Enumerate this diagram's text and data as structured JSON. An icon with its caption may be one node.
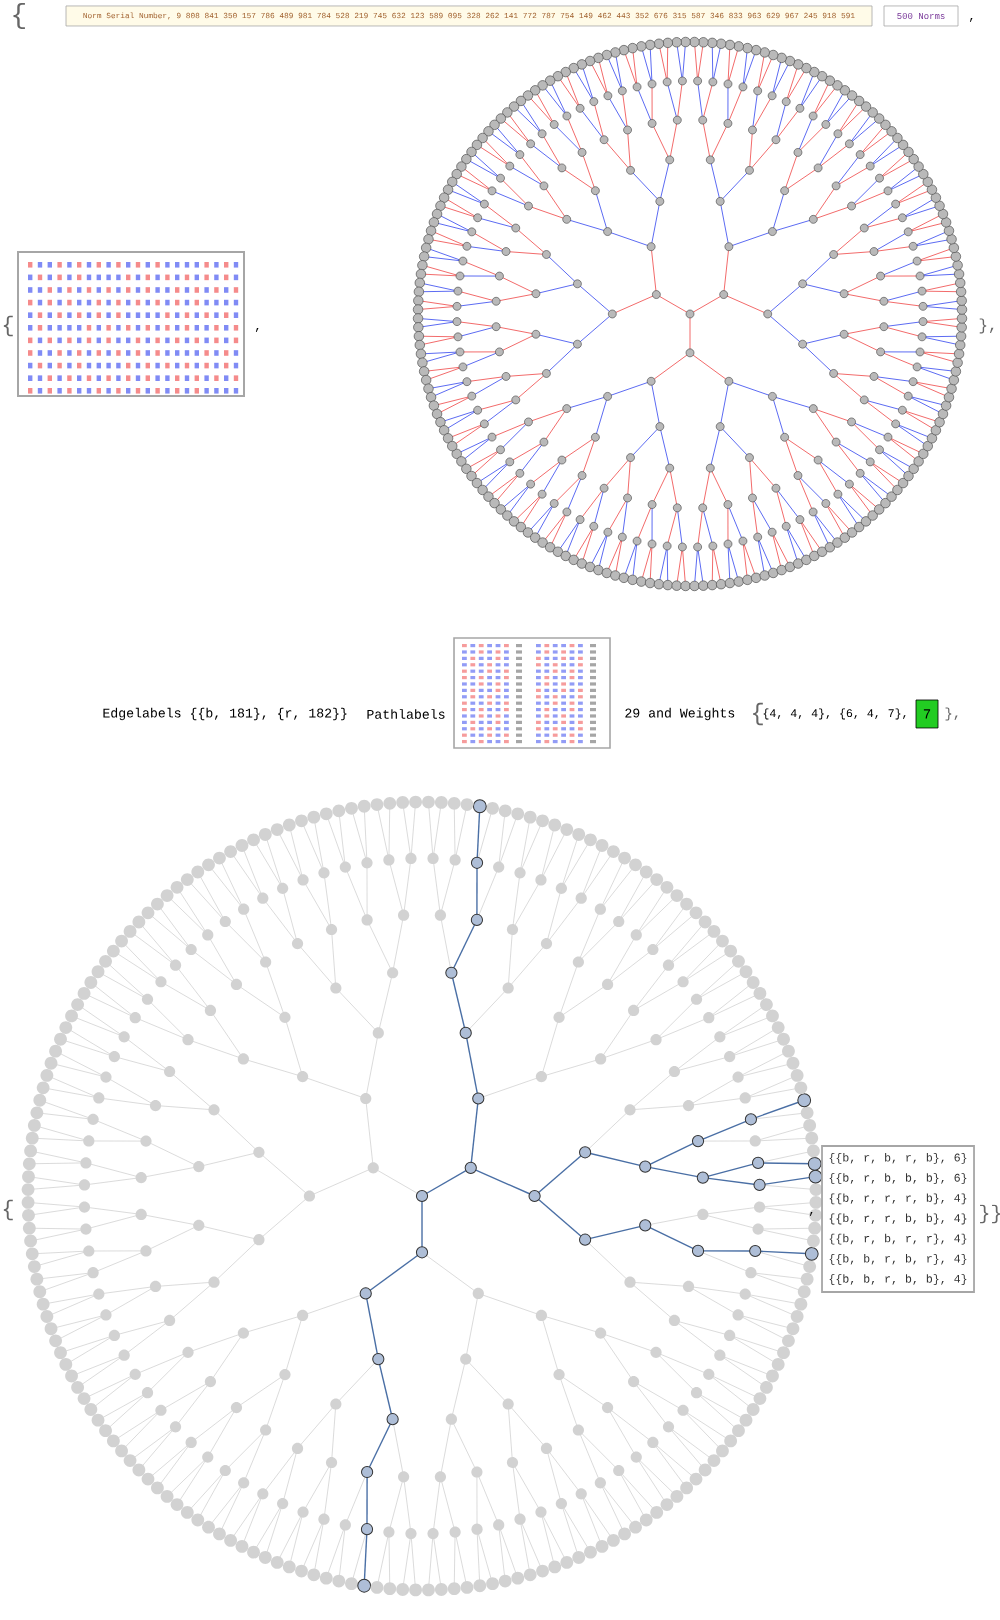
{
  "diagram": {
    "nodes": [
      {
        "text": [
          "Norm Serial Number, 9 808 841 350 157 786 489 981 784 528 219 745 632 123 589 095 328 262 141 772 787 754 149 462 443 352 676 315 587 346 833 963 629 967 245 918 591"
        ]
      },
      {
        "text": [
          "500 Norms"
        ]
      },
      {
        "text": [
          "7"
        ]
      },
      {
        "text": [
          "{{b, r, b, r, b}, 6}",
          "{{b, r, b, b, b}, 6}",
          "{{b, r, r, r, b}, 4}",
          "{{b, r, r, b, b}, 4}",
          "{{b, r, b, r, r}, 4}",
          "{{b, b, r, b, r}, 4}",
          "{{b, b, r, b, b}, 4}"
        ]
      }
    ],
    "labels": [
      "{",
      ",",
      "{",
      ",",
      "},",
      "Edgelabels {{b, 181}, {r, 182}}",
      "Pathlabels",
      "29 and Weights",
      "{",
      "{4, 4, 4}, {6, 4, 7},",
      "},",
      "{",
      ",",
      "}}"
    ]
  }
}
